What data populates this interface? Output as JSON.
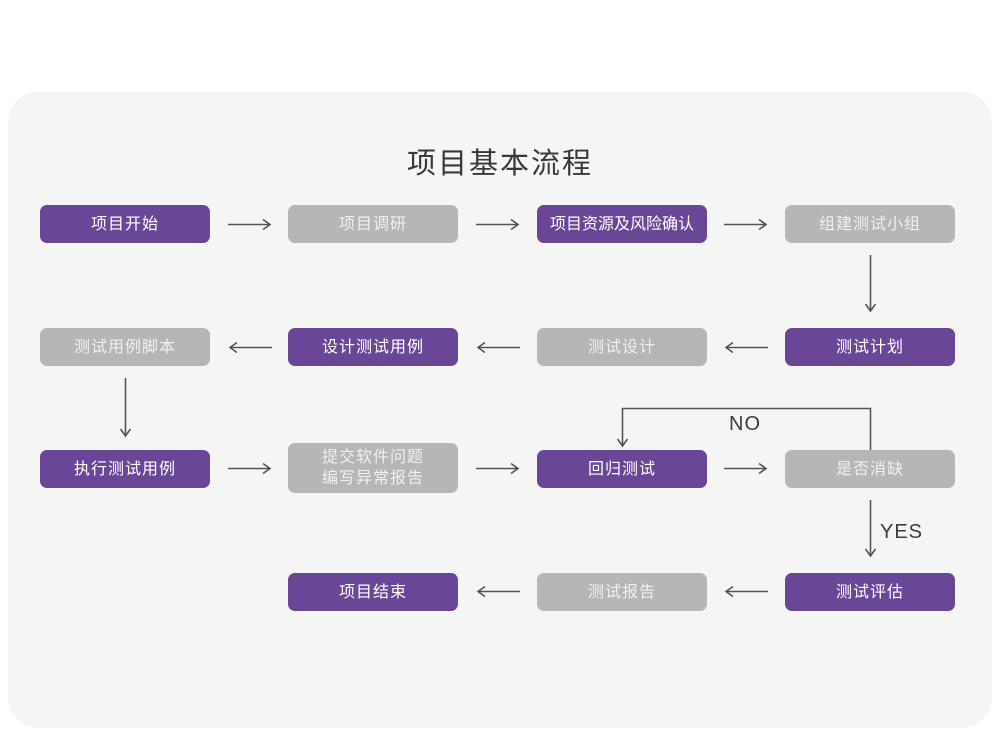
{
  "title": "项目基本流程",
  "colors": {
    "page_bg": "#ffffff",
    "card_bg": "#f6f5f6",
    "primary": "#6a4796",
    "secondary": "#b7b6b7",
    "node_text": "#ffffff",
    "node_text_dim": "#f0eff1",
    "connector": "#55525b",
    "label_text": "#3e3b42",
    "title_text": "#3a383a"
  },
  "nodes": [
    {
      "id": "start",
      "label": "项目开始",
      "variant": "primary"
    },
    {
      "id": "research",
      "label": "项目调研",
      "variant": "secondary"
    },
    {
      "id": "risk",
      "label": "项目资源及风险确认",
      "variant": "primary"
    },
    {
      "id": "team",
      "label": "组建测试小组",
      "variant": "secondary"
    },
    {
      "id": "plan",
      "label": "测试计划",
      "variant": "primary"
    },
    {
      "id": "design",
      "label": "测试设计",
      "variant": "secondary"
    },
    {
      "id": "casedesign",
      "label": "设计测试用例",
      "variant": "primary"
    },
    {
      "id": "script",
      "label": "测试用例脚本",
      "variant": "secondary"
    },
    {
      "id": "execute",
      "label": "执行测试用例",
      "variant": "primary"
    },
    {
      "id": "issue",
      "label": "提交软件问题",
      "label2": "编写异常报告",
      "variant": "secondary"
    },
    {
      "id": "regression",
      "label": "回归测试",
      "variant": "primary"
    },
    {
      "id": "defect",
      "label": "是否消缺",
      "variant": "secondary"
    },
    {
      "id": "evaluate",
      "label": "测试评估",
      "variant": "primary"
    },
    {
      "id": "report",
      "label": "测试报告",
      "variant": "secondary"
    },
    {
      "id": "end",
      "label": "项目结束",
      "variant": "primary"
    }
  ],
  "edge_labels": {
    "no": "NO",
    "yes": "YES"
  }
}
